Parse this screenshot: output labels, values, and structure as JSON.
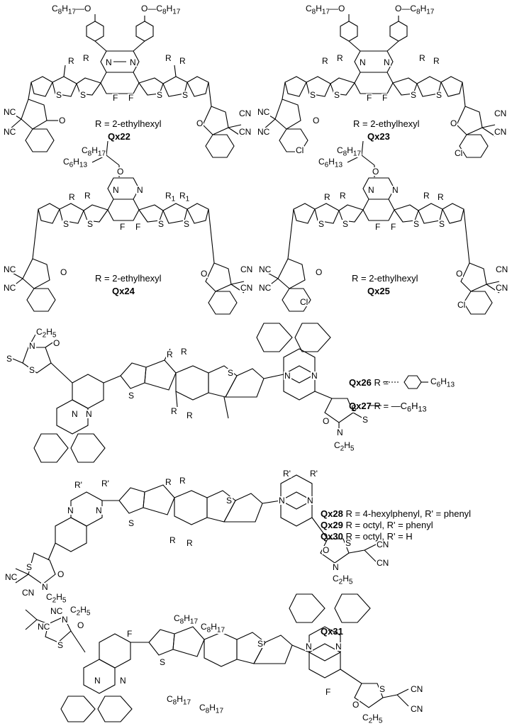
{
  "compounds": [
    {
      "id": "Qx22",
      "r_def": "R = 2-ethylhexyl"
    },
    {
      "id": "Qx23",
      "r_def": "R = 2-ethylhexyl"
    },
    {
      "id": "Qx24",
      "r_def": "R = 2-ethylhexyl"
    },
    {
      "id": "Qx25",
      "r_def": "R = 2-ethylhexyl"
    },
    {
      "id": "Qx26",
      "r_def": "R ="
    },
    {
      "id": "Qx27",
      "r_def": "R = —C6H13"
    },
    {
      "id": "Qx28",
      "r_def": "R = 4-hexylphenyl, R' = phenyl"
    },
    {
      "id": "Qx29",
      "r_def": "R = octyl, R' = phenyl"
    },
    {
      "id": "Qx30",
      "r_def": "R = octyl, R' = H"
    },
    {
      "id": "Qx31",
      "r_def": ""
    }
  ],
  "atoms": {
    "c8h17_o": "C8H17—O",
    "o_c8h17": "O—C8H17",
    "R": "R",
    "R1": "R1",
    "N": "N",
    "S": "S",
    "F": "F",
    "O": "O",
    "CN": "CN",
    "NC": "NC",
    "Cl": "Cl",
    "c6h13": "C6H13",
    "c8h17": "C8H17",
    "c2h5": "C2H5",
    "R_prime": "R'",
    "H": "H"
  },
  "qx26_substituent": "C6H13"
}
